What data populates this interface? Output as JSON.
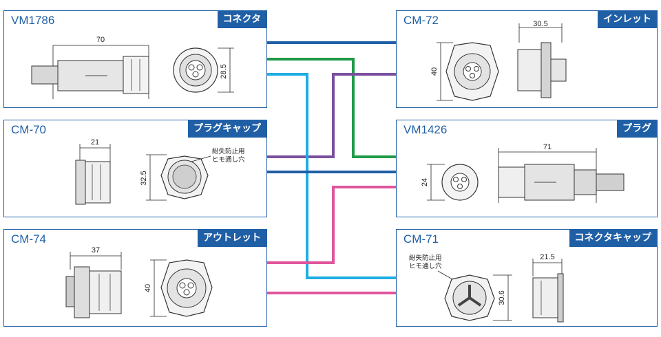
{
  "colors": {
    "accent": "#1f5fa6",
    "wire_darkblue": "#1f5fa6",
    "wire_green": "#1f9a48",
    "wire_purple": "#7b4fa0",
    "wire_cyan": "#1eaee4",
    "wire_pink": "#e0559c"
  },
  "cards": {
    "vm1786": {
      "code": "VM1786",
      "type": "コネクタ",
      "dim_w": "70",
      "dim_h": "28.5"
    },
    "cm70": {
      "code": "CM-70",
      "type": "プラグキャップ",
      "dim_w": "21",
      "dim_h": "32.5",
      "note1": "紛失防止用",
      "note2": "ヒモ通し穴"
    },
    "cm74": {
      "code": "CM-74",
      "type": "アウトレット",
      "dim_w": "37",
      "dim_h": "40"
    },
    "cm72": {
      "code": "CM-72",
      "type": "インレット",
      "dim_w": "30.5",
      "dim_h": "40"
    },
    "vm1426": {
      "code": "VM1426",
      "type": "プラグ",
      "dim_w": "71",
      "dim_h": "24"
    },
    "cm71": {
      "code": "CM-71",
      "type": "コネクタキャップ",
      "dim_w": "21.5",
      "dim_h": "30.6",
      "note1": "紛失防止用",
      "note2": "ヒモ通し穴"
    }
  }
}
